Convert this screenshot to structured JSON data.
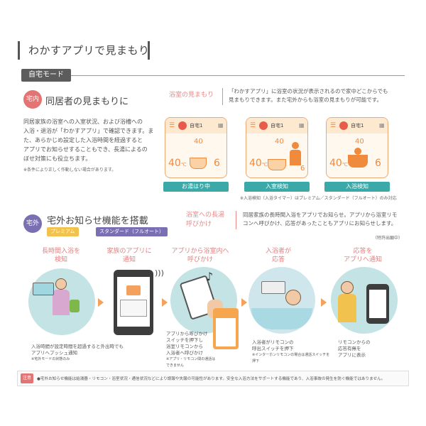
{
  "header": {
    "title": "わかすアプリで見まもり"
  },
  "mode_badge": "自宅モード",
  "indoor": {
    "tag": "宅内",
    "title": "同居者の見まもりに",
    "description_lines": [
      "同居家族の浴室への入室状況、および浴槽への",
      "入浴・退浴が「わかすアプリ」で確認できます。ま",
      "た、あらかじめ設定した入浴時間を経過すると",
      "アプリでお知らせすることもでき、長湯によるの",
      "ぼせ対策にも役立ちます。"
    ],
    "note": "※条件により正しく作動しない場合があります。",
    "watch_label": "浴室の見まもり",
    "watch_desc_lines": [
      "「わかすアプリ」に浴室の状況が表示されるので家中どこからでも",
      "見まもりできます。また宅外からも浴室の見まもりが可能です。"
    ],
    "phones": [
      {
        "home": "自宅1",
        "left": "40",
        "left_unit": "℃",
        "right": "6",
        "caption": "お湯はり中",
        "small_temp": "40"
      },
      {
        "home": "自宅1",
        "left": "40",
        "left_unit": "℃",
        "right": "6",
        "caption": "入室検知",
        "small_temp": "40"
      },
      {
        "home": "自宅1",
        "left": "40",
        "left_unit": "℃",
        "right": "6",
        "caption": "入浴検知",
        "small_temp": "40"
      }
    ],
    "phone_note": "※入浴検知（入浴タイマー）はプレミアム／スタンダード（フルオート）のみ対応"
  },
  "outdoor": {
    "tag": "宅外",
    "title": "宅外お知らせ機能を搭載",
    "chip_premium": "プレミアム",
    "chip_standard": "スタンダード（フルオート）",
    "long_bath_label_1": "浴室への長湯",
    "long_bath_label_2": "呼びかけ",
    "long_bath_desc_lines": [
      "同居家族の長時間入浴をアプリでお知らせ。アプリから浴室リモ",
      "コンへ呼びかけ、応答があったこともアプリにお知らせします。"
    ],
    "patent": "（特許出願中）",
    "steps": [
      {
        "label_1": "長時間入浴を",
        "label_2": "検知",
        "desc_1": "入浴時間が設定時間を超過すると外出時でも",
        "desc_2": "アプリへプッシュ通知",
        "desc_3": "※宅外モードの状態のみ"
      },
      {
        "label_1": "家族のアプリに",
        "label_2": "通知"
      },
      {
        "label_1": "アプリから浴室内へ",
        "label_2": "呼びかけ",
        "desc_1": "アプリから呼びかけ",
        "desc_2": "スイッチを押下し",
        "desc_3": "浴室リモコンから",
        "desc_4": "入浴者へ呼びかけ",
        "desc_5": "※アプリ・リモコン間の通話はできません"
      },
      {
        "label_1": "入浴者が",
        "label_2": "応答",
        "desc_1": "入浴者がリモコンの",
        "desc_2": "呼出スイッチを押下",
        "desc_3": "※インターホンリモコンの場合は通話スイッチを押下"
      },
      {
        "label_1": "応答を",
        "label_2": "アプリへ通知",
        "desc_1": "リモコンからの",
        "desc_2": "応答有無を",
        "desc_3": "アプリに表示"
      }
    ]
  },
  "footer": {
    "tag": "注意",
    "text": "●宅外お知らせ機能は給湯器・リモコン・浴室状況・通信状況などにより誤報や失報の可能性があります。安全な入浴方法をサポートする機能であり、入浴事故の発生を防ぐ機能ではありません。"
  },
  "colors": {
    "accent_orange": "#f0a870",
    "teal": "#3aa9a8",
    "pink": "#e58a8a",
    "purple": "#7b6fb3",
    "tag_red": "#e47373"
  }
}
